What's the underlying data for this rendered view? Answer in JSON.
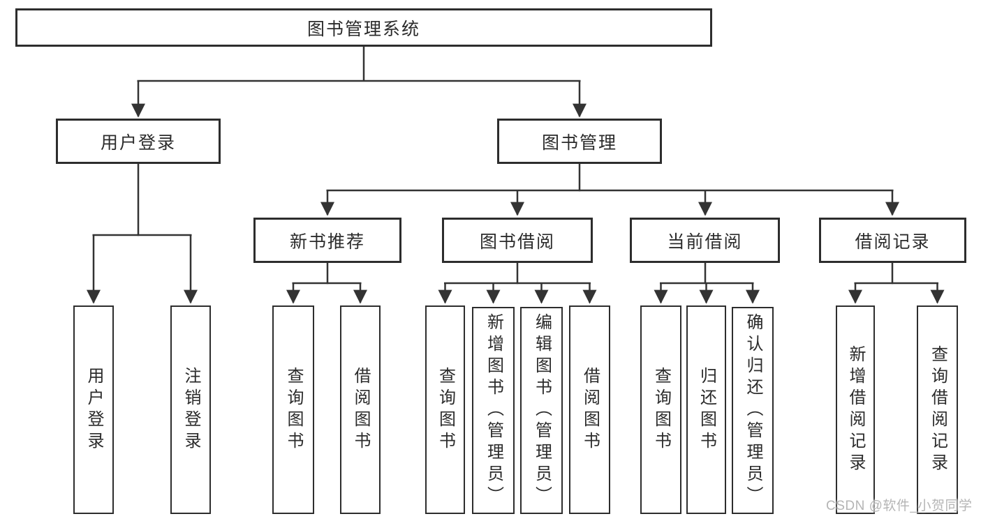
{
  "diagram_title": "图书管理系统",
  "watermark": "CSDN @软件_小贺同学",
  "colors": {
    "line": "#333333",
    "box_border": "#2d2d2d",
    "text": "#2b2b2b",
    "watermark": "#b5b5b5",
    "background": "#ffffff"
  },
  "tree": {
    "label": "图书管理系统",
    "children": [
      {
        "label": "用户登录",
        "children": [
          {
            "label": "用户登录"
          },
          {
            "label": "注销登录"
          }
        ]
      },
      {
        "label": "图书管理",
        "children": [
          {
            "label": "新书推荐",
            "children": [
              {
                "label": "查询图书"
              },
              {
                "label": "借阅图书"
              }
            ]
          },
          {
            "label": "图书借阅",
            "children": [
              {
                "label": "查询图书"
              },
              {
                "label": "新增图书（管理员）"
              },
              {
                "label": "编辑图书（管理员）"
              },
              {
                "label": "借阅图书"
              }
            ]
          },
          {
            "label": "当前借阅",
            "children": [
              {
                "label": "查询图书"
              },
              {
                "label": "归还图书"
              },
              {
                "label": "确认归还（管理员）"
              }
            ]
          },
          {
            "label": "借阅记录",
            "children": [
              {
                "label": "新增借阅记录"
              },
              {
                "label": "查询借阅记录"
              }
            ]
          }
        ]
      }
    ]
  }
}
